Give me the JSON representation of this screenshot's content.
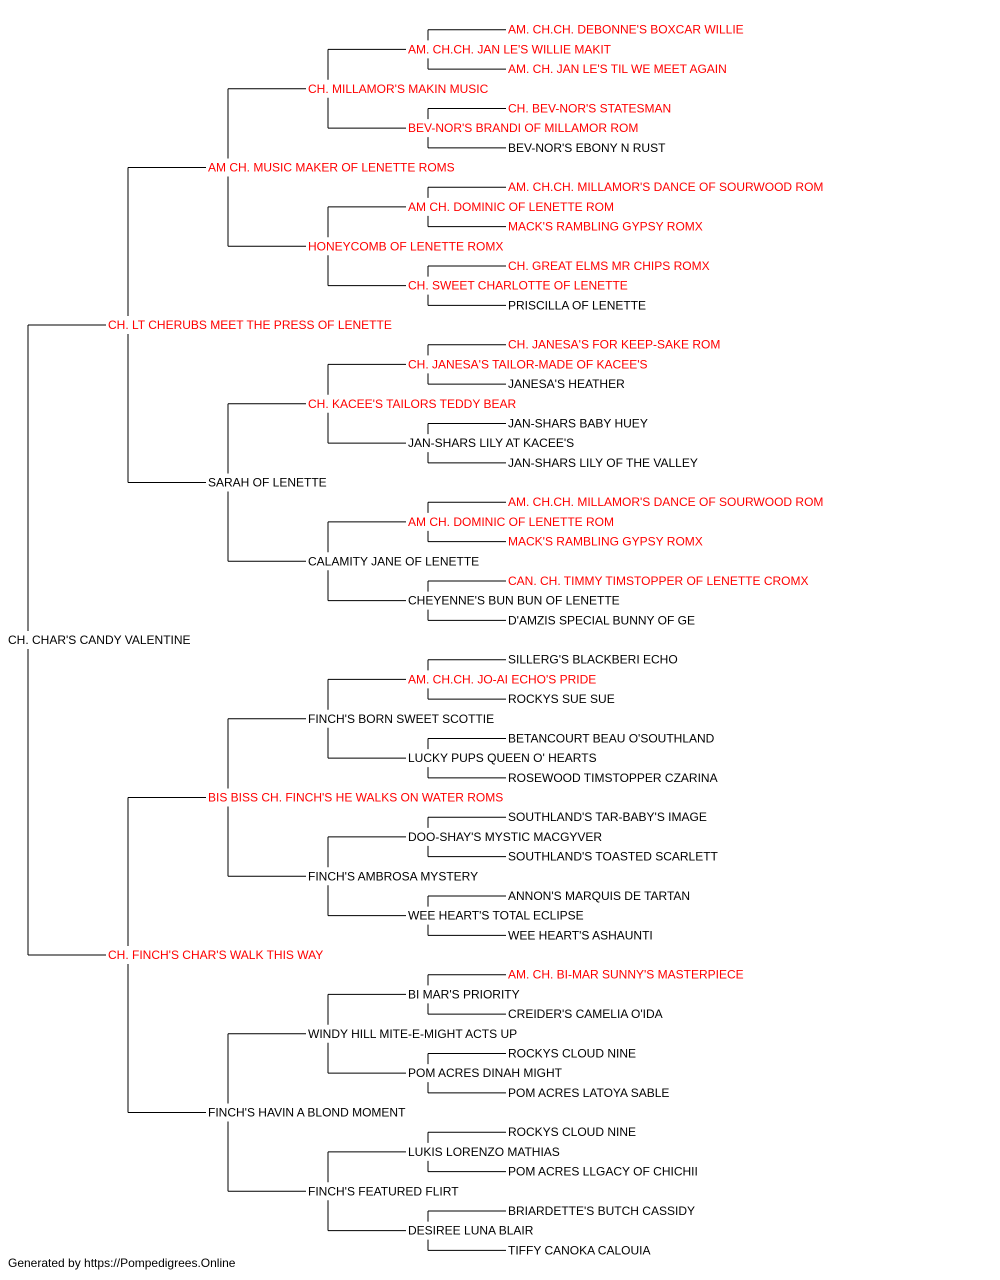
{
  "footer": "Generated by https://Pompedigrees.Online",
  "colors": {
    "champion": "#ff0000",
    "normal": "#000000",
    "line": "#000000"
  },
  "pedigree": {
    "name": "CH. CHAR'S CANDY VALENTINE",
    "champion": false,
    "sire": {
      "name": "CH. LT CHERUBS MEET THE PRESS OF LENETTE",
      "champion": true,
      "sire": {
        "name": "AM CH. MUSIC MAKER OF LENETTE ROMS",
        "champion": true,
        "sire": {
          "name": "CH. MILLAMOR'S MAKIN MUSIC",
          "champion": true,
          "sire": {
            "name": "AM. CH.CH. JAN LE'S WILLIE MAKIT",
            "champion": true,
            "sire": {
              "name": "AM. CH.CH. DEBONNE'S BOXCAR WILLIE",
              "champion": true
            },
            "dam": {
              "name": "AM. CH. JAN LE'S TIL WE MEET AGAIN",
              "champion": true
            }
          },
          "dam": {
            "name": "BEV-NOR'S BRANDI OF MILLAMOR ROM",
            "champion": true,
            "sire": {
              "name": "CH. BEV-NOR'S STATESMAN",
              "champion": true
            },
            "dam": {
              "name": "BEV-NOR'S EBONY N RUST",
              "champion": false
            }
          }
        },
        "dam": {
          "name": "HONEYCOMB OF LENETTE ROMX",
          "champion": true,
          "sire": {
            "name": "AM CH. DOMINIC OF LENETTE ROM",
            "champion": true,
            "sire": {
              "name": "AM. CH.CH. MILLAMOR'S DANCE OF SOURWOOD ROM",
              "champion": true
            },
            "dam": {
              "name": "MACK'S RAMBLING GYPSY ROMX",
              "champion": true
            }
          },
          "dam": {
            "name": "CH. SWEET CHARLOTTE OF LENETTE",
            "champion": true,
            "sire": {
              "name": "CH. GREAT ELMS MR CHIPS ROMX",
              "champion": true
            },
            "dam": {
              "name": "PRISCILLA OF LENETTE",
              "champion": false
            }
          }
        }
      },
      "dam": {
        "name": "SARAH OF LENETTE",
        "champion": false,
        "sire": {
          "name": "CH. KACEE'S TAILORS TEDDY BEAR",
          "champion": true,
          "sire": {
            "name": "CH. JANESA'S TAILOR-MADE OF KACEE'S",
            "champion": true,
            "sire": {
              "name": "CH. JANESA'S FOR KEEP-SAKE ROM",
              "champion": true
            },
            "dam": {
              "name": "JANESA'S HEATHER",
              "champion": false
            }
          },
          "dam": {
            "name": "JAN-SHARS LILY AT KACEE'S",
            "champion": false,
            "sire": {
              "name": "JAN-SHARS BABY HUEY",
              "champion": false
            },
            "dam": {
              "name": "JAN-SHARS LILY OF THE VALLEY",
              "champion": false
            }
          }
        },
        "dam": {
          "name": "CALAMITY JANE OF LENETTE",
          "champion": false,
          "sire": {
            "name": "AM CH. DOMINIC OF LENETTE ROM",
            "champion": true,
            "sire": {
              "name": "AM. CH.CH. MILLAMOR'S DANCE OF SOURWOOD ROM",
              "champion": true
            },
            "dam": {
              "name": "MACK'S RAMBLING GYPSY ROMX",
              "champion": true
            }
          },
          "dam": {
            "name": "CHEYENNE'S BUN BUN OF LENETTE",
            "champion": false,
            "sire": {
              "name": "CAN. CH. TIMMY TIMSTOPPER OF LENETTE CROMX",
              "champion": true
            },
            "dam": {
              "name": "D'AMZIS SPECIAL BUNNY OF GE",
              "champion": false
            }
          }
        }
      }
    },
    "dam": {
      "name": "CH. FINCH'S CHAR'S WALK THIS WAY",
      "champion": true,
      "sire": {
        "name": "BIS BISS CH. FINCH'S HE WALKS ON WATER ROMS",
        "champion": true,
        "sire": {
          "name": "FINCH'S BORN SWEET SCOTTIE",
          "champion": false,
          "sire": {
            "name": "AM. CH.CH. JO-AI ECHO'S PRIDE",
            "champion": true,
            "sire": {
              "name": "SILLERG'S BLACKBERI ECHO",
              "champion": false
            },
            "dam": {
              "name": "ROCKYS SUE SUE",
              "champion": false
            }
          },
          "dam": {
            "name": "LUCKY PUPS QUEEN O' HEARTS",
            "champion": false,
            "sire": {
              "name": "BETANCOURT BEAU O'SOUTHLAND",
              "champion": false
            },
            "dam": {
              "name": "ROSEWOOD TIMSTOPPER CZARINA",
              "champion": false
            }
          }
        },
        "dam": {
          "name": "FINCH'S AMBROSA MYSTERY",
          "champion": false,
          "sire": {
            "name": "DOO-SHAY'S MYSTIC MACGYVER",
            "champion": false,
            "sire": {
              "name": "SOUTHLAND'S TAR-BABY'S IMAGE",
              "champion": false
            },
            "dam": {
              "name": "SOUTHLAND'S TOASTED SCARLETT",
              "champion": false
            }
          },
          "dam": {
            "name": "WEE HEART'S TOTAL ECLIPSE",
            "champion": false,
            "sire": {
              "name": "ANNON'S MARQUIS DE TARTAN",
              "champion": false
            },
            "dam": {
              "name": "WEE HEART'S ASHAUNTI",
              "champion": false
            }
          }
        }
      },
      "dam": {
        "name": "FINCH'S HAVIN A BLOND MOMENT",
        "champion": false,
        "sire": {
          "name": "WINDY HILL MITE-E-MIGHT ACTS UP",
          "champion": false,
          "sire": {
            "name": "BI MAR'S PRIORITY",
            "champion": false,
            "sire": {
              "name": "AM. CH. BI-MAR SUNNY'S MASTERPIECE",
              "champion": true
            },
            "dam": {
              "name": "CREIDER'S CAMELIA O'IDA",
              "champion": false
            }
          },
          "dam": {
            "name": "POM ACRES DINAH MIGHT",
            "champion": false,
            "sire": {
              "name": "ROCKYS CLOUD NINE",
              "champion": false
            },
            "dam": {
              "name": "POM ACRES LATOYA SABLE",
              "champion": false
            }
          }
        },
        "dam": {
          "name": "FINCH'S FEATURED FLIRT",
          "champion": false,
          "sire": {
            "name": "LUKIS LORENZO MATHIAS",
            "champion": false,
            "sire": {
              "name": "ROCKYS CLOUD NINE",
              "champion": false
            },
            "dam": {
              "name": "POM ACRES LLGACY OF CHICHII",
              "champion": false
            }
          },
          "dam": {
            "name": "DESIREE LUNA BLAIR",
            "champion": false,
            "sire": {
              "name": "BRIARDETTE'S BUTCH CASSIDY",
              "champion": false
            },
            "dam": {
              "name": "TIFFY CANOKA CALOUIA",
              "champion": false
            }
          }
        }
      }
    }
  }
}
